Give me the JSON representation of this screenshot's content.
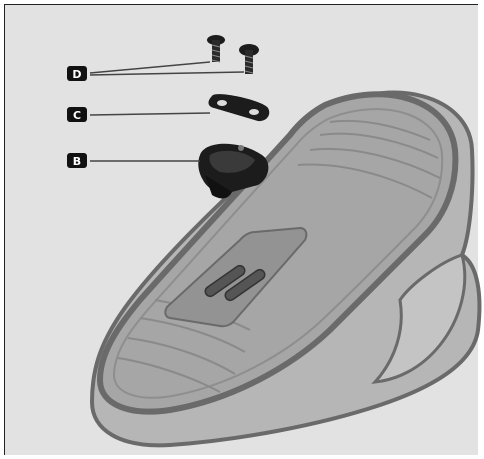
{
  "callouts": [
    {
      "letter": "D",
      "part": "cleat-screws"
    },
    {
      "letter": "C",
      "part": "cleat-washer-plate"
    },
    {
      "letter": "B",
      "part": "cleat"
    }
  ],
  "colors": {
    "background": "#e2e2e2",
    "sole_outline": "#6f6f6f",
    "sole_fill": "#a8a8a8",
    "part_dark": "#1c1c1c",
    "label_badge": "#111111"
  }
}
